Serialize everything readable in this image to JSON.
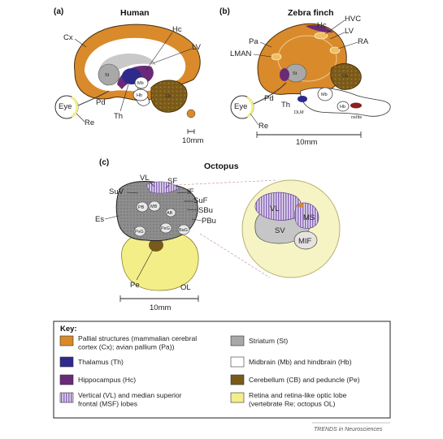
{
  "panels": {
    "a": {
      "letter": "(a)",
      "title": "Human",
      "labels": {
        "cx": "Cx",
        "hc": "Hc",
        "lv": "LV",
        "st": "St",
        "th": "Th",
        "mb": "Mb",
        "hb": "Hb",
        "cb": "Cb",
        "pd": "Pd",
        "eye": "Eye",
        "re": "Re"
      },
      "scale": "10mm"
    },
    "b": {
      "letter": "(b)",
      "title": "Zebra finch",
      "labels": {
        "hc": "Hc",
        "hvc": "HVC",
        "lv": "LV",
        "ra": "RA",
        "pa": "Pa",
        "lman": "LMAN",
        "st": "St",
        "cb": "Cb",
        "th": "Th",
        "pd": "Pd",
        "dlm": "DLM",
        "mb": "Mb",
        "hb": "Hb",
        "nxllts": "nxIIts",
        "eye": "Eye",
        "re": "Re"
      },
      "scale": "10mm"
    },
    "c": {
      "letter": "(c)",
      "title": "Octopus",
      "labels": {
        "vl": "VL",
        "sf": "SF",
        "suv": "SuV",
        "if": "IF",
        "suf": "SuF",
        "sbu": "SBu",
        "pbu": "PBu",
        "es": "Es",
        "pb": "PB",
        "mb": "MB",
        "ab": "AB",
        "pvg": "PvG",
        "peg": "PeG",
        "bag": "BaG",
        "pe": "Pe",
        "ol": "OL",
        "vl_zoom": "VL",
        "ms_zoom": "MS",
        "sv_zoom": "SV",
        "mif_zoom": "MIF"
      },
      "scale": "10mm"
    }
  },
  "key": {
    "title": "Key:",
    "items": {
      "pallial": "Pallial structures (mammalian cerebral|cortex (Cx); avian pallium (Pa))",
      "thalamus": "Thalamus (Th)",
      "hippocampus": "Hippocampus (Hc)",
      "vertical": "Vertical (VL) and median superior|frontal (MSF) lobes",
      "striatum": "Striatum (St)",
      "midbrain": "Midbrain (Mb) and hindbrain (Hb)",
      "cerebellum": "Cerebellum (CB) and peduncle (Pe)",
      "retina": "Retina and retina-like optic lobe|(vertebrate Re; octopus OL)"
    }
  },
  "credit": "TRENDS in Neurosciences",
  "colors": {
    "pallial": "#d98a2b",
    "thalamus": "#2e2a8c",
    "hippocampus": "#6b2a78",
    "vertical": "#a084c4",
    "striatum": "#a8a8a8",
    "midbrain": "#ffffff",
    "cerebellum": "#7a5a1a",
    "retina": "#f3ee88"
  }
}
